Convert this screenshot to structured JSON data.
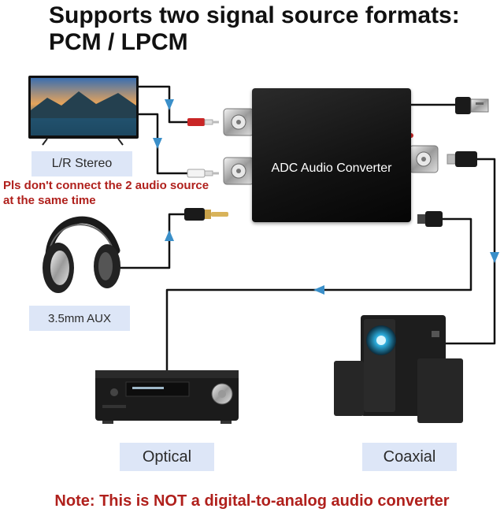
{
  "title_line1": "Supports two signal source formats:",
  "title_line2": "PCM / LPCM",
  "device_label": "ADC Audio Converter",
  "warning_line1": "Pls don't connect the 2 audio source",
  "warning_line2": "at the same time",
  "labels": {
    "stereo": "L/R Stereo",
    "aux": "3.5mm AUX",
    "optical": "Optical",
    "coaxial": "Coaxial"
  },
  "note": "Note: This is NOT a digital-to-analog audio converter",
  "colors": {
    "arrow": "#3a8fc9",
    "warning": "#b0201c",
    "label_box": "#dde6f7",
    "cable": "#111111"
  },
  "icons": [
    "tv-icon",
    "headphones-icon",
    "receiver-icon",
    "speaker-icon",
    "rca-plug-icon",
    "usb-plug-icon",
    "aux-plug-icon",
    "optical-plug-icon",
    "coaxial-plug-icon"
  ]
}
